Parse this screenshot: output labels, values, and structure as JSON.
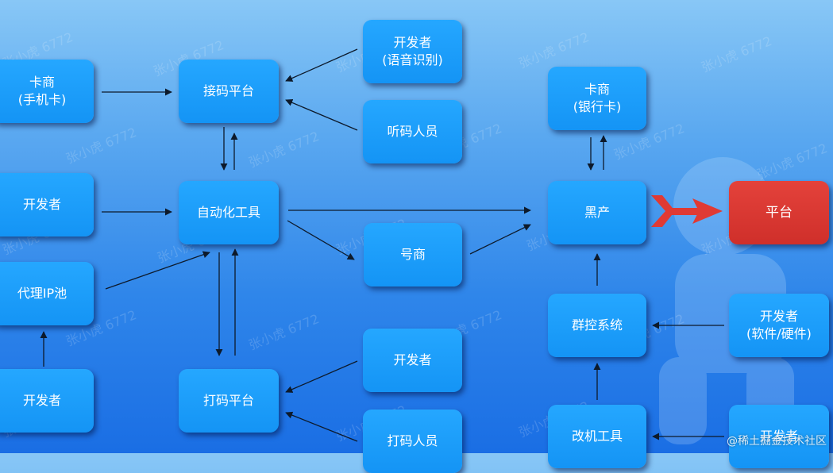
{
  "nodes": {
    "card_dealer_phone": "卡商\n(手机卡)",
    "code_receiving_platform": "接码平台",
    "developer_voice": "开发者\n(语音识别)",
    "code_listener": "听码人员",
    "card_dealer_bank": "卡商\n(银行卡)",
    "developer_left": "开发者",
    "automation_tool": "自动化工具",
    "black_industry": "黑产",
    "platform": "平台",
    "account_dealer": "号商",
    "proxy_ip_pool": "代理IP池",
    "group_control": "群控系统",
    "developer_software_hardware": "开发者\n(软件/硬件)",
    "developer_bottom_left": "开发者",
    "captcha_platform": "打码平台",
    "developer_mid": "开发者",
    "captcha_worker": "打码人员",
    "device_mod_tool": "改机工具",
    "developer_bottom_right": "开发者"
  },
  "watermark": "张小虎 6772",
  "site_mark": "@稀土掘金技术社区",
  "colors": {
    "node": "#1b9bfb",
    "platform": "#d93a34",
    "arrow": "#0d1a2b",
    "red_arrow": "#e03a34"
  }
}
